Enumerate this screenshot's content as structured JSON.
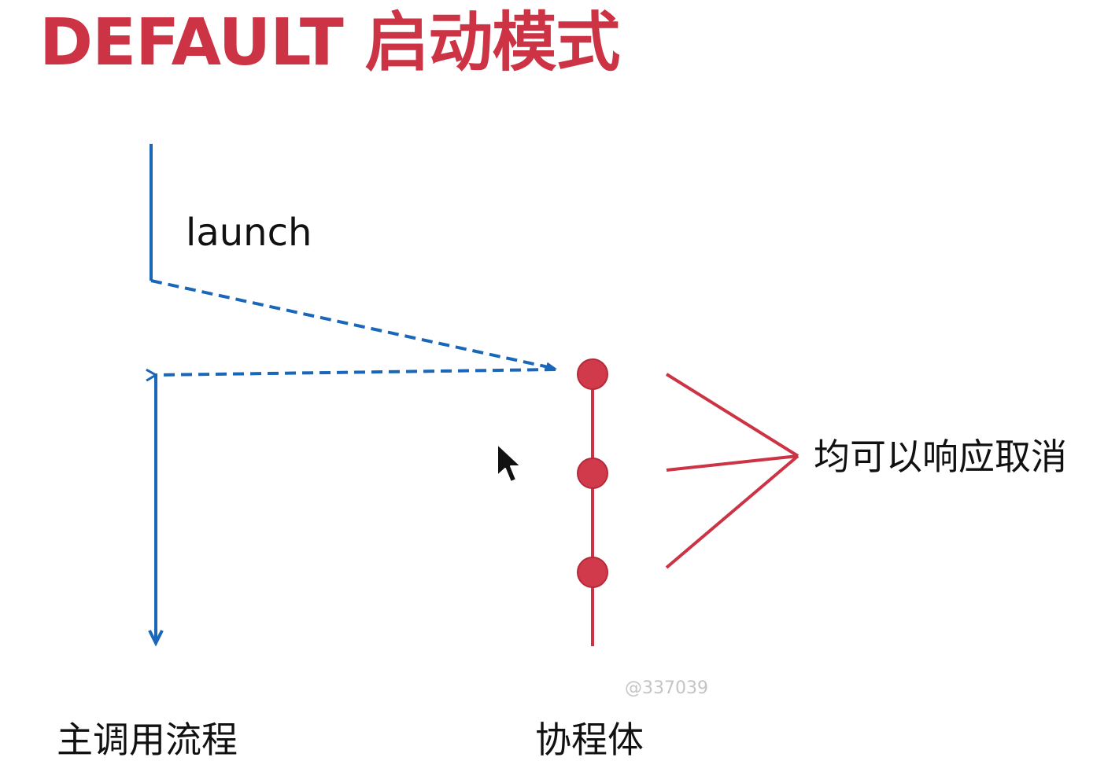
{
  "title": "DEFAULT 启动模式",
  "labels": {
    "launch": "launch",
    "cancel_note": "均可以响应取消",
    "main_flow": "主调用流程",
    "coroutine_body": "协程体"
  },
  "watermark": "@337039",
  "colors": {
    "title": "#cc3344",
    "flow_blue": "#1a66b8",
    "coroutine_red": "#cc3344",
    "dot_fill": "#d13a4a",
    "text": "#111111"
  },
  "icons": {
    "cursor": "mouse-pointer-icon"
  }
}
